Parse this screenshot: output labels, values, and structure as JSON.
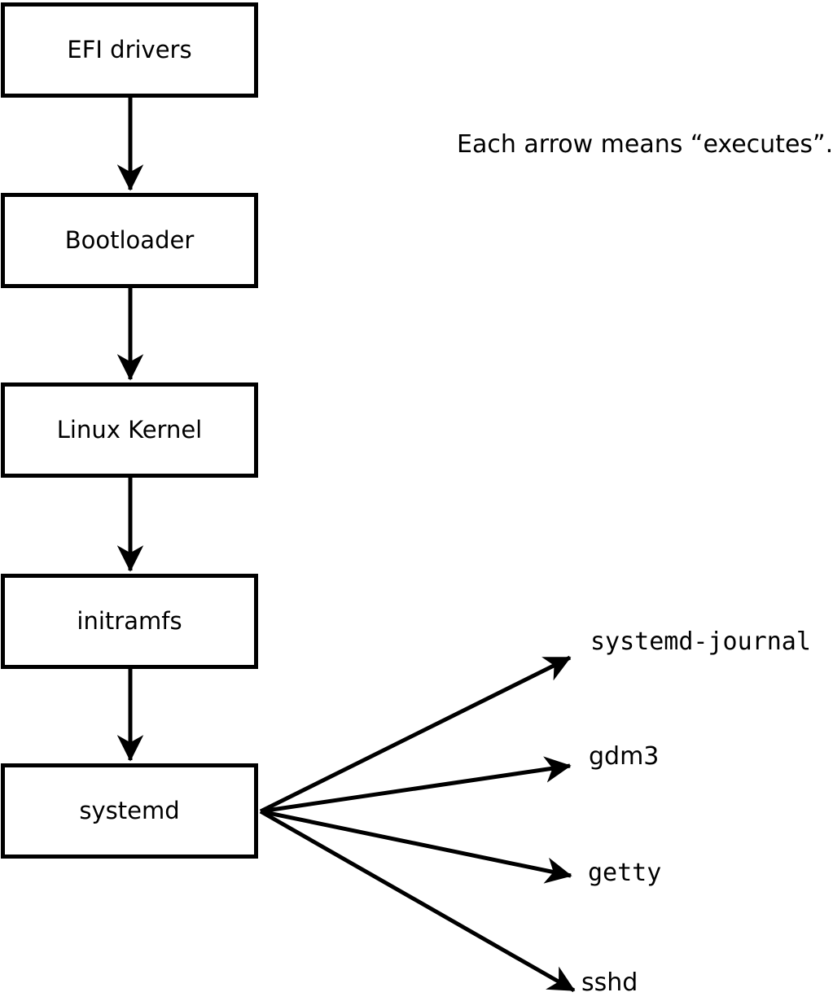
{
  "diagram": {
    "annotation": "Each arrow means “executes”.",
    "colors": {
      "ink": "#000000",
      "background": "#ffffff"
    },
    "chain": [
      "EFI drivers",
      "Bootloader",
      "Linux Kernel",
      "initramfs",
      "systemd"
    ],
    "targets": [
      "systemd-journal",
      "gdm3",
      "getty",
      "sshd"
    ]
  }
}
